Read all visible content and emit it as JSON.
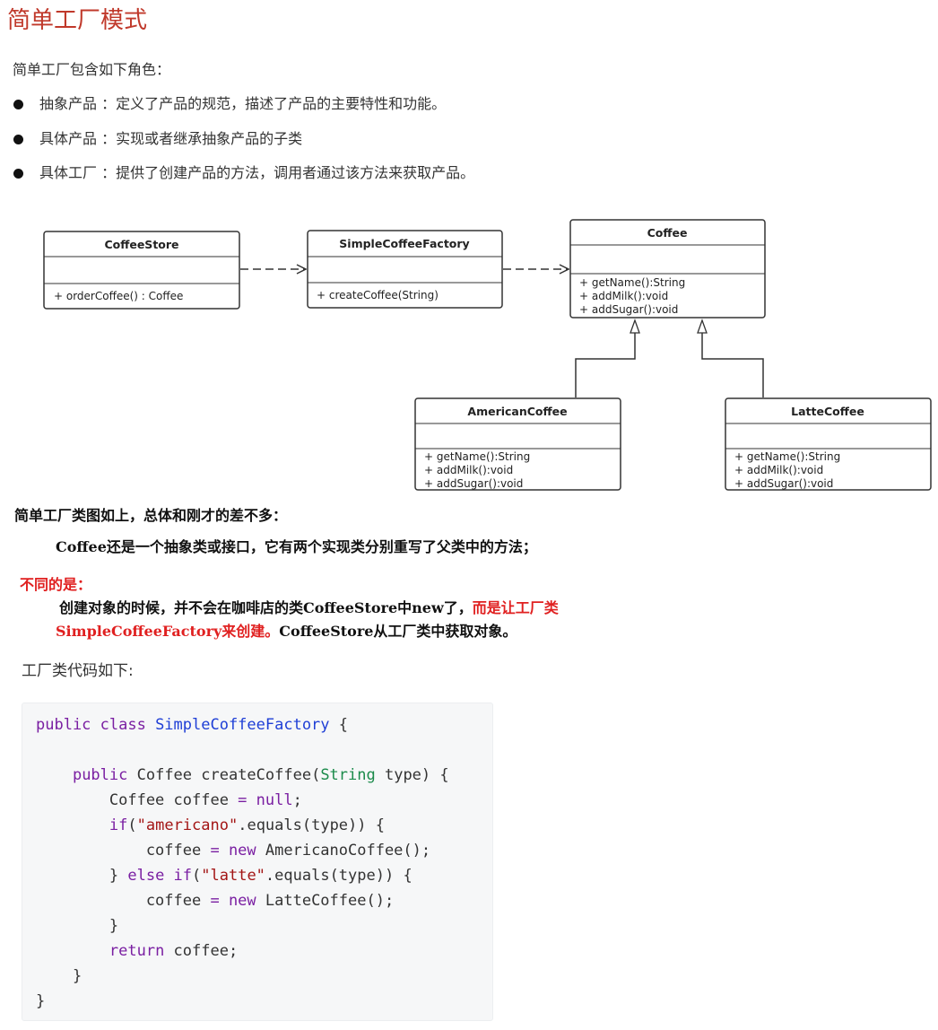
{
  "title": "简单工厂模式",
  "intro": "简单工厂包含如下角色：",
  "roles": [
    {
      "term": "抽象产品",
      "sep": " ：",
      "desc": "定义了产品的规范，描述了产品的主要特性和功能。"
    },
    {
      "term": "具体产品",
      "sep": " ：",
      "desc": "实现或者继承抽象产品的子类"
    },
    {
      "term": "具体工厂",
      "sep": " ：",
      "desc": "提供了创建产品的方法，调用者通过该方法来获取产品。"
    }
  ],
  "uml": {
    "coffee_store": {
      "name": "CoffeeStore",
      "methods": [
        "+ orderCoffee() : Coffee"
      ]
    },
    "factory": {
      "name": "SimpleCoffeeFactory",
      "methods": [
        "+ createCoffee(String)"
      ]
    },
    "coffee": {
      "name": "Coffee",
      "methods": [
        "+ getName():String",
        "+ addMilk():void",
        "+ addSugar():void"
      ]
    },
    "american": {
      "name": "AmericanCoffee",
      "methods": [
        "+ getName():String",
        "+ addMilk():void",
        "+ addSugar():void"
      ]
    },
    "latte": {
      "name": "LatteCoffee",
      "methods": [
        "+ getName():String",
        "+ addMilk():void",
        "+ addSugar():void"
      ]
    }
  },
  "notes": {
    "summary": "简单工厂类图如上，总体和刚才的差不多：",
    "coffee_line": "Coffee还是一个抽象类或接口，它有两个实现类分别重写了父类中的方法；",
    "diff_label": "不同的是：",
    "diff_line1_black": "创建对象的时候，并不会在咖啡店的类CoffeeStore中new了，",
    "diff_line1_red": "而是让工厂类",
    "diff_line2_red": "SimpleCoffeeFactory来创建。",
    "diff_line2_black": "CoffeeStore从工厂类中获取对象。"
  },
  "code_intro": "工厂类代码如下:",
  "code_lines": [
    [
      [
        "kw",
        "public class "
      ],
      [
        "cls",
        "SimpleCoffeeFactory"
      ],
      [
        "plain",
        " {"
      ]
    ],
    [
      [
        "plain",
        ""
      ]
    ],
    [
      [
        "plain",
        "    "
      ],
      [
        "kw",
        "public "
      ],
      [
        "plain",
        "Coffee createCoffee("
      ],
      [
        "type",
        "String"
      ],
      [
        "plain",
        " type) {"
      ]
    ],
    [
      [
        "plain",
        "        Coffee coffee "
      ],
      [
        "kw",
        "= null"
      ],
      [
        "plain",
        ";"
      ]
    ],
    [
      [
        "plain",
        "        "
      ],
      [
        "kw",
        "if"
      ],
      [
        "plain",
        "("
      ],
      [
        "str",
        "\"americano\""
      ],
      [
        "plain",
        ".equals(type)) {"
      ]
    ],
    [
      [
        "plain",
        "            coffee "
      ],
      [
        "kw",
        "= new "
      ],
      [
        "plain",
        "AmericanoCoffee();"
      ]
    ],
    [
      [
        "plain",
        "        } "
      ],
      [
        "kw",
        "else if"
      ],
      [
        "plain",
        "("
      ],
      [
        "str",
        "\"latte\""
      ],
      [
        "plain",
        ".equals(type)) {"
      ]
    ],
    [
      [
        "plain",
        "            coffee "
      ],
      [
        "kw",
        "= new "
      ],
      [
        "plain",
        "LatteCoffee();"
      ]
    ],
    [
      [
        "plain",
        "        }"
      ]
    ],
    [
      [
        "plain",
        "        "
      ],
      [
        "kw",
        "return "
      ],
      [
        "plain",
        "coffee;"
      ]
    ],
    [
      [
        "plain",
        "    }"
      ]
    ],
    [
      [
        "plain",
        "}"
      ]
    ]
  ]
}
